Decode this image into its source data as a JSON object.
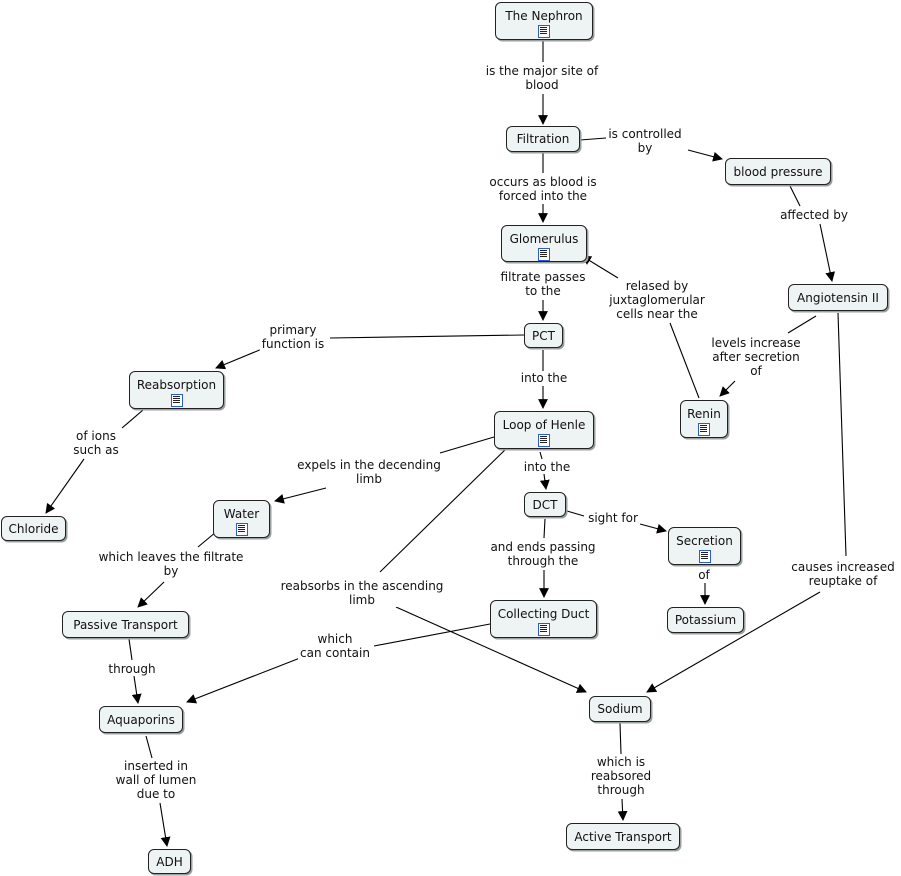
{
  "nodes": {
    "nephron": "The Nephron",
    "filtration": "Filtration",
    "blood_pressure": "blood pressure",
    "glomerulus": "Glomerulus",
    "angiotensin": "Angiotensin II",
    "pct": "PCT",
    "reabsorption": "Reabsorption",
    "renin": "Renin",
    "loop": "Loop of Henle",
    "chloride": "Chloride",
    "water": "Water",
    "dct": "DCT",
    "secretion": "Secretion",
    "passive": "Passive Transport",
    "collecting": "Collecting Duct",
    "potassium": "Potassium",
    "aquaporins": "Aquaporins",
    "sodium": "Sodium",
    "active": "Active Transport",
    "adh": "ADH"
  },
  "links": {
    "major_site": "is the major site of\nblood",
    "controlled_by": "is controlled\nby",
    "forced_into": "occurs as blood is\nforced into the",
    "affected_by": "affected by",
    "filtrate_passes": "filtrate passes\nto the",
    "relased_by": "relased by\njuxtaglomerular\ncells near the",
    "primary_function": "primary\nfunction is",
    "levels_increase": "levels increase\nafter secretion\nof",
    "into_the_1": "into the",
    "of_ions": "of ions\nsuch as",
    "expels": "expels in the decending\nlimb",
    "into_the_2": "into the",
    "sight_for": "sight for",
    "leaves_filtrate": "which leaves the filtrate\nby",
    "ends_passing": "and ends passing\nthrough the",
    "of": "of",
    "reupdate": "causes increased\nreuptake of",
    "reabsorbs": "reabsorbs in the ascending\nlimb",
    "through": "through",
    "can_contain": "which\ncan contain",
    "reabsored_through": "which is\nreabsored\nthrough",
    "inserted": "inserted in\nwall of lumen\ndue to"
  }
}
